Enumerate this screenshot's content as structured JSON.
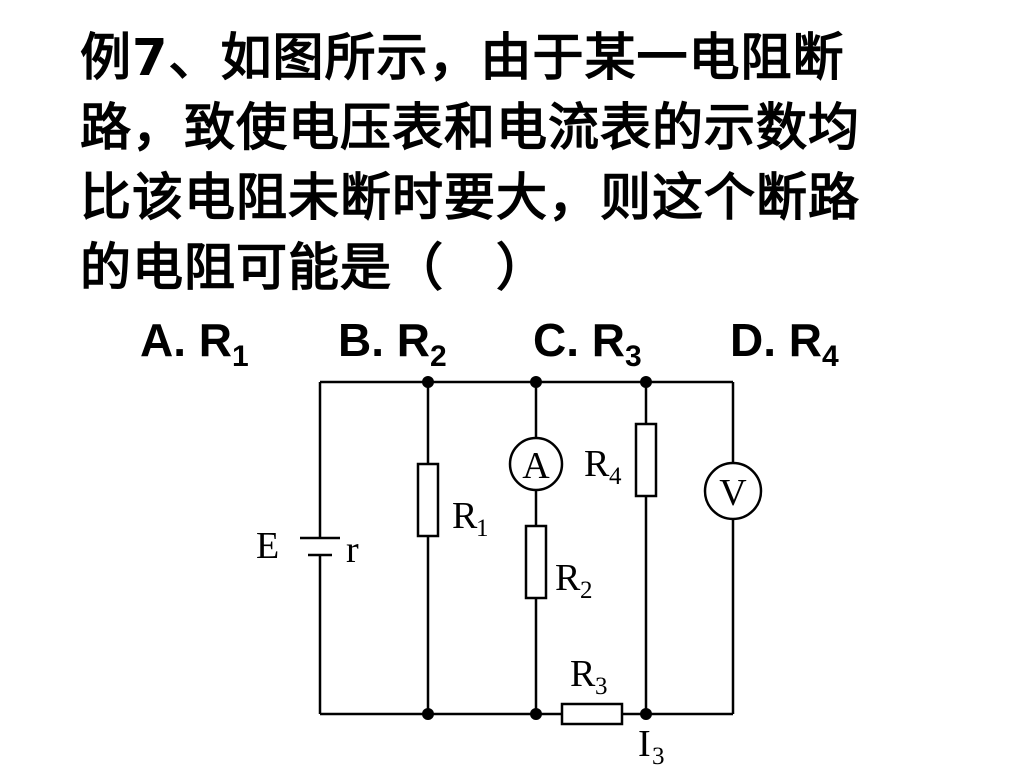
{
  "question": {
    "lines": [
      "例7、如图所示，由于某一电阻断",
      "路，致使电压表和电流表的示数均",
      "比该电阻未断时要大，则这个断路",
      "的电阻可能是（　）"
    ]
  },
  "options": [
    {
      "letter": "A. R",
      "sub": "1"
    },
    {
      "letter": "B. R",
      "sub": "2"
    },
    {
      "letter": "C. R",
      "sub": "3"
    },
    {
      "letter": "D. R",
      "sub": "4"
    }
  ],
  "circuit": {
    "source_label": "E",
    "internal_resistance_label": "r",
    "ammeter_symbol": "A",
    "voltmeter_symbol": "V",
    "resistor_base": "R",
    "r1_sub": "1",
    "r2_sub": "2",
    "r3_sub": "3",
    "r4_sub": "4",
    "current_base": "I",
    "current_sub": "3"
  }
}
